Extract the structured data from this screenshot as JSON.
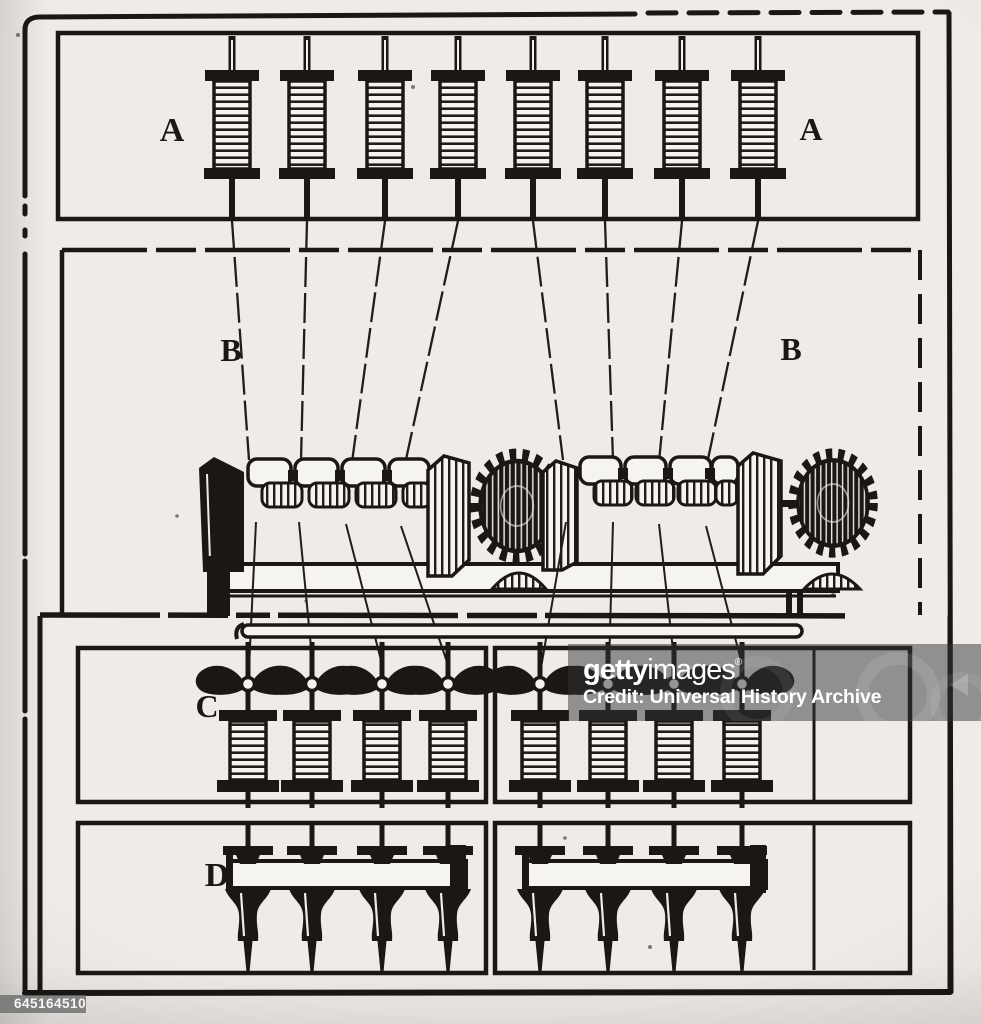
{
  "figure_labels": {
    "a_left": "A",
    "a_right": "A",
    "b_left": "B",
    "b_right": "B",
    "c": "C",
    "d": "D"
  },
  "watermark": {
    "brand_bold": "getty",
    "brand_light": "images",
    "registered_mark": "®",
    "credit_line": "Credit: Universal History Archive",
    "image_id": "645164510"
  },
  "colors": {
    "paper": "#efece8",
    "ink": "#1b1714",
    "watermark_band": "rgba(52,52,52,0.5)",
    "watermark_text": "#ffffff",
    "id_badge_band": "rgba(108,108,108,0.8)"
  }
}
